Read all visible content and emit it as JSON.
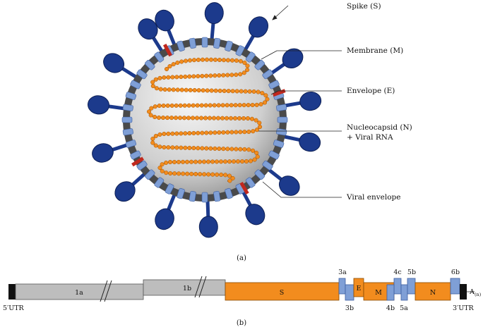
{
  "virion": {
    "labels": {
      "spike": "Spike (S)",
      "membrane": "Membrane (M)",
      "envelope": "Envelope (E)",
      "nucleocapsid_line1": "Nucleocapsid (N)",
      "nucleocapsid_line2": "+ Viral RNA",
      "viral_envelope": "Viral envelope"
    },
    "panel_label": "(a)",
    "colors": {
      "spike": "#1c3a8c",
      "membrane_protein": "#7f9fd6",
      "envelope_protein": "#c0281e",
      "rna_beads": "#f28c1e",
      "shell": "#4a4a4a",
      "interior": "#d6d6d6"
    }
  },
  "genome": {
    "labels": {
      "utr5": "5′UTR",
      "utr3": "3′UTR",
      "polyA": "A",
      "polyA_sub": "(n)",
      "orf1a": "1a",
      "orf1b": "1b",
      "s": "S",
      "e": "E",
      "m": "M",
      "n": "N",
      "orf3a": "3a",
      "orf3b": "3b",
      "orf4b": "4b",
      "orf4c": "4c",
      "orf5a": "5a",
      "orf5b": "5b",
      "orf6b": "6b"
    },
    "panel_label": "(b)",
    "colors": {
      "orf1ab": "#bdbdbd",
      "structural": "#f28c1e",
      "accessory": "#7f9fd6",
      "utr_cap": "#111111"
    }
  }
}
